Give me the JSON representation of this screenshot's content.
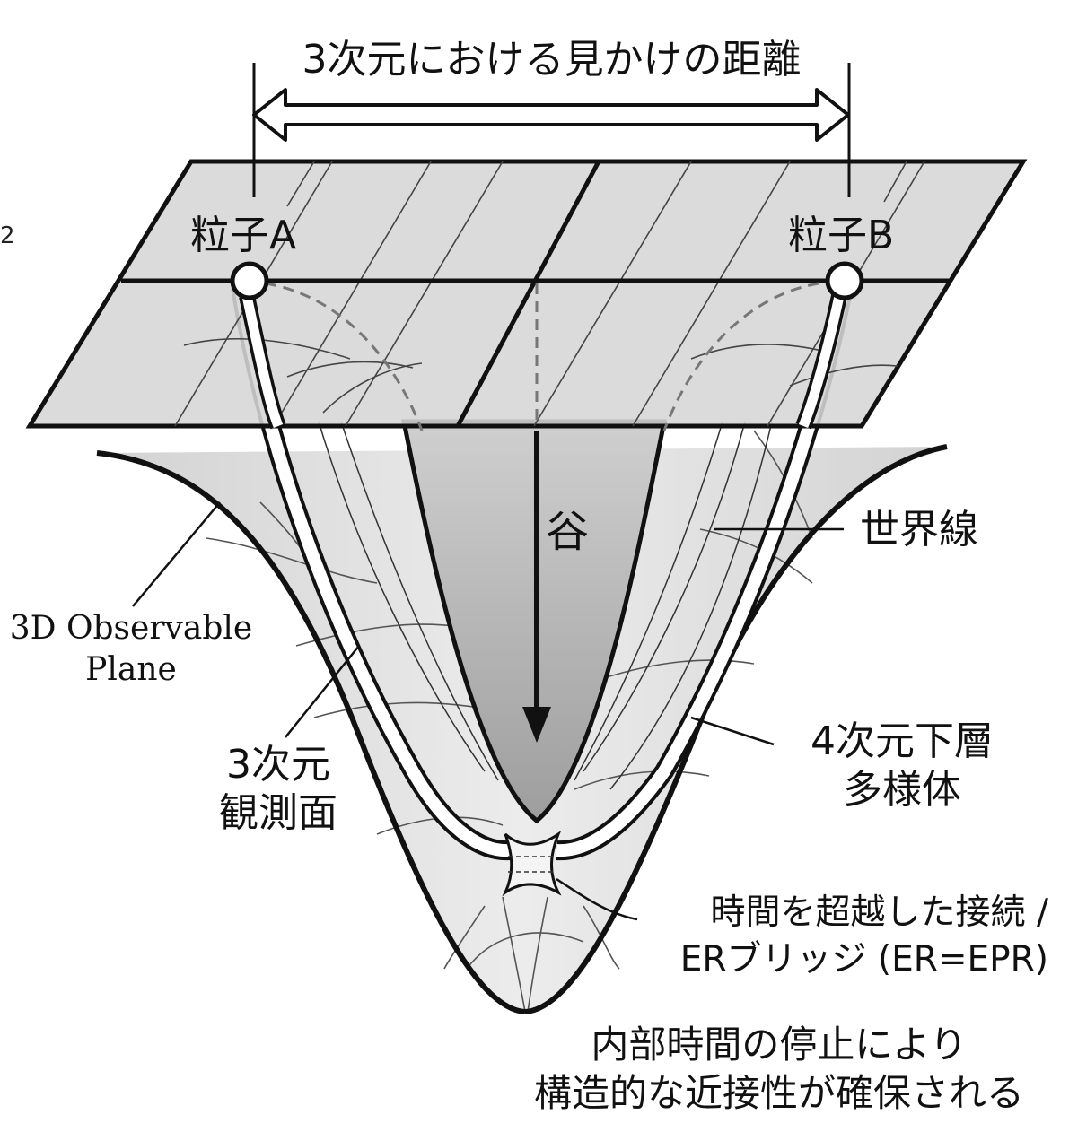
{
  "labels": {
    "top_distance": "3次元における見かけの距離",
    "particle_a": "粒子A",
    "particle_b": "粒子B",
    "valley": "谷",
    "world_lines": "世界線",
    "plane_en_line1": "3D Observable",
    "plane_en_line2": "Plane",
    "plane_jp_line1": "3次元",
    "plane_jp_line2": "観測面",
    "manifold_line1": "4次元下層",
    "manifold_line2": "多様体",
    "bridge_line1": "時間を超越した接続 /",
    "bridge_line2": "ERブリッジ (ER=EPR)",
    "bottom_line1": "内部時間の停止により",
    "bottom_line2": "構造的な近接性が確保される",
    "edge_mark": "2"
  },
  "colors": {
    "plane_fill": "#d6d6d6",
    "funnel_fill": "#e2e2e2",
    "valley_fill": "#b9b9b9",
    "outline": "#111111",
    "grid_line": "#444444",
    "dashed_line": "#777777"
  }
}
